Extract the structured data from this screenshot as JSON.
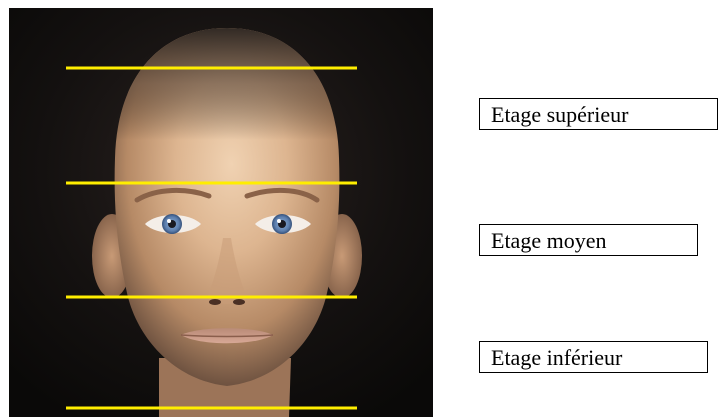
{
  "labels": {
    "upper": "Etage supérieur",
    "middle": "Etage moyen",
    "lower": "Etage inférieur"
  },
  "colors": {
    "background": "#0d0b0a",
    "guide_line": "#ffee00",
    "skin": "#d8ae88",
    "iris": "#5d7fae",
    "label_border": "#000000"
  },
  "icons": {
    "face": "face-3d-render"
  }
}
